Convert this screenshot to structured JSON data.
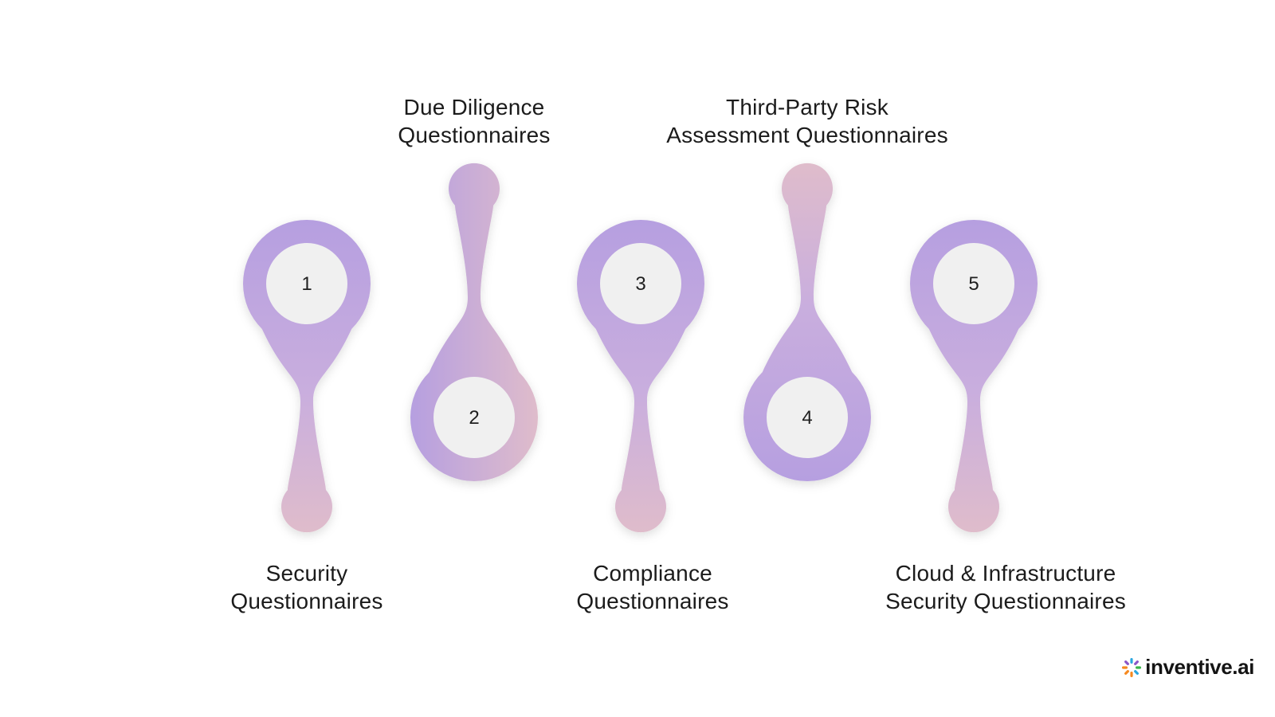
{
  "steps": [
    {
      "number": "1",
      "title_lines": [
        "Security",
        "Questionnaires"
      ]
    },
    {
      "number": "2",
      "title_lines": [
        "Due Diligence",
        "Questionnaires"
      ]
    },
    {
      "number": "3",
      "title_lines": [
        "Compliance",
        "Questionnaires"
      ]
    },
    {
      "number": "4",
      "title_lines": [
        "Third-Party Risk",
        "Assessment Questionnaires"
      ]
    },
    {
      "number": "5",
      "title_lines": [
        "Cloud & Infrastructure",
        "Security Questionnaires"
      ]
    }
  ],
  "brand": {
    "name": "inventive.ai",
    "logo_icon": "pinwheel-logo-icon"
  },
  "colors": {
    "lavender": "#b69fe0",
    "mauve": "#c9aede",
    "pink": "#dfbccb",
    "core": "#f0f0f0",
    "logo_orange": "#f6891f",
    "logo_blue": "#2aa6df",
    "logo_purple": "#8c56c7",
    "logo_green": "#3ab54a"
  }
}
